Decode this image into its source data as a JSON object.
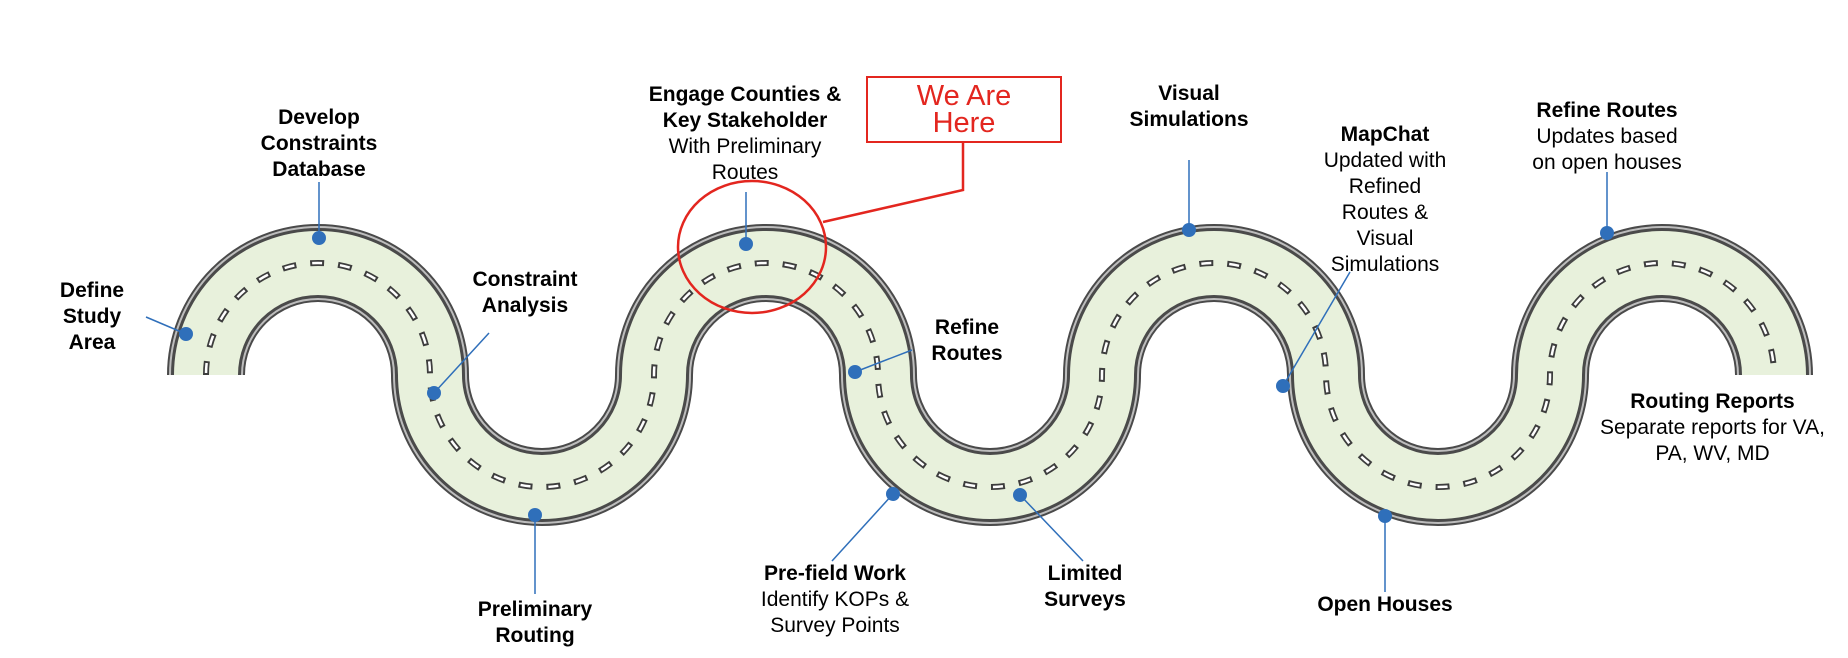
{
  "callout": {
    "text": "We Are Here"
  },
  "milestones": [
    {
      "id": "define-study-area",
      "title": "Define Study Area",
      "desc": ""
    },
    {
      "id": "develop-constraints-database",
      "title": "Develop Constraints Database",
      "desc": ""
    },
    {
      "id": "constraint-analysis",
      "title": "Constraint Analysis",
      "desc": ""
    },
    {
      "id": "preliminary-routing",
      "title": "Preliminary Routing",
      "desc": ""
    },
    {
      "id": "engage-counties",
      "title": "Engage Counties & Key Stakeholder",
      "desc": "With Preliminary Routes"
    },
    {
      "id": "refine-routes-1",
      "title": "Refine Routes",
      "desc": ""
    },
    {
      "id": "pre-field-work",
      "title": "Pre-field Work",
      "desc": "Identify KOPs & Survey Points"
    },
    {
      "id": "limited-surveys",
      "title": "Limited Surveys",
      "desc": ""
    },
    {
      "id": "visual-simulations",
      "title": "Visual Simulations",
      "desc": ""
    },
    {
      "id": "mapchat",
      "title": "MapChat",
      "desc": "Updated with Refined Routes & Visual Simulations"
    },
    {
      "id": "open-houses",
      "title": "Open Houses",
      "desc": ""
    },
    {
      "id": "refine-routes-2",
      "title": "Refine Routes",
      "desc": "Updates based on open houses"
    },
    {
      "id": "routing-reports",
      "title": "Routing Reports",
      "desc": "Separate reports for VA, PA, WV, MD"
    }
  ],
  "colors": {
    "road_fill": "#e8f1dc",
    "road_edge": "#4a4a4a",
    "marker": "#2f6fba",
    "callout": "#e3261f"
  }
}
